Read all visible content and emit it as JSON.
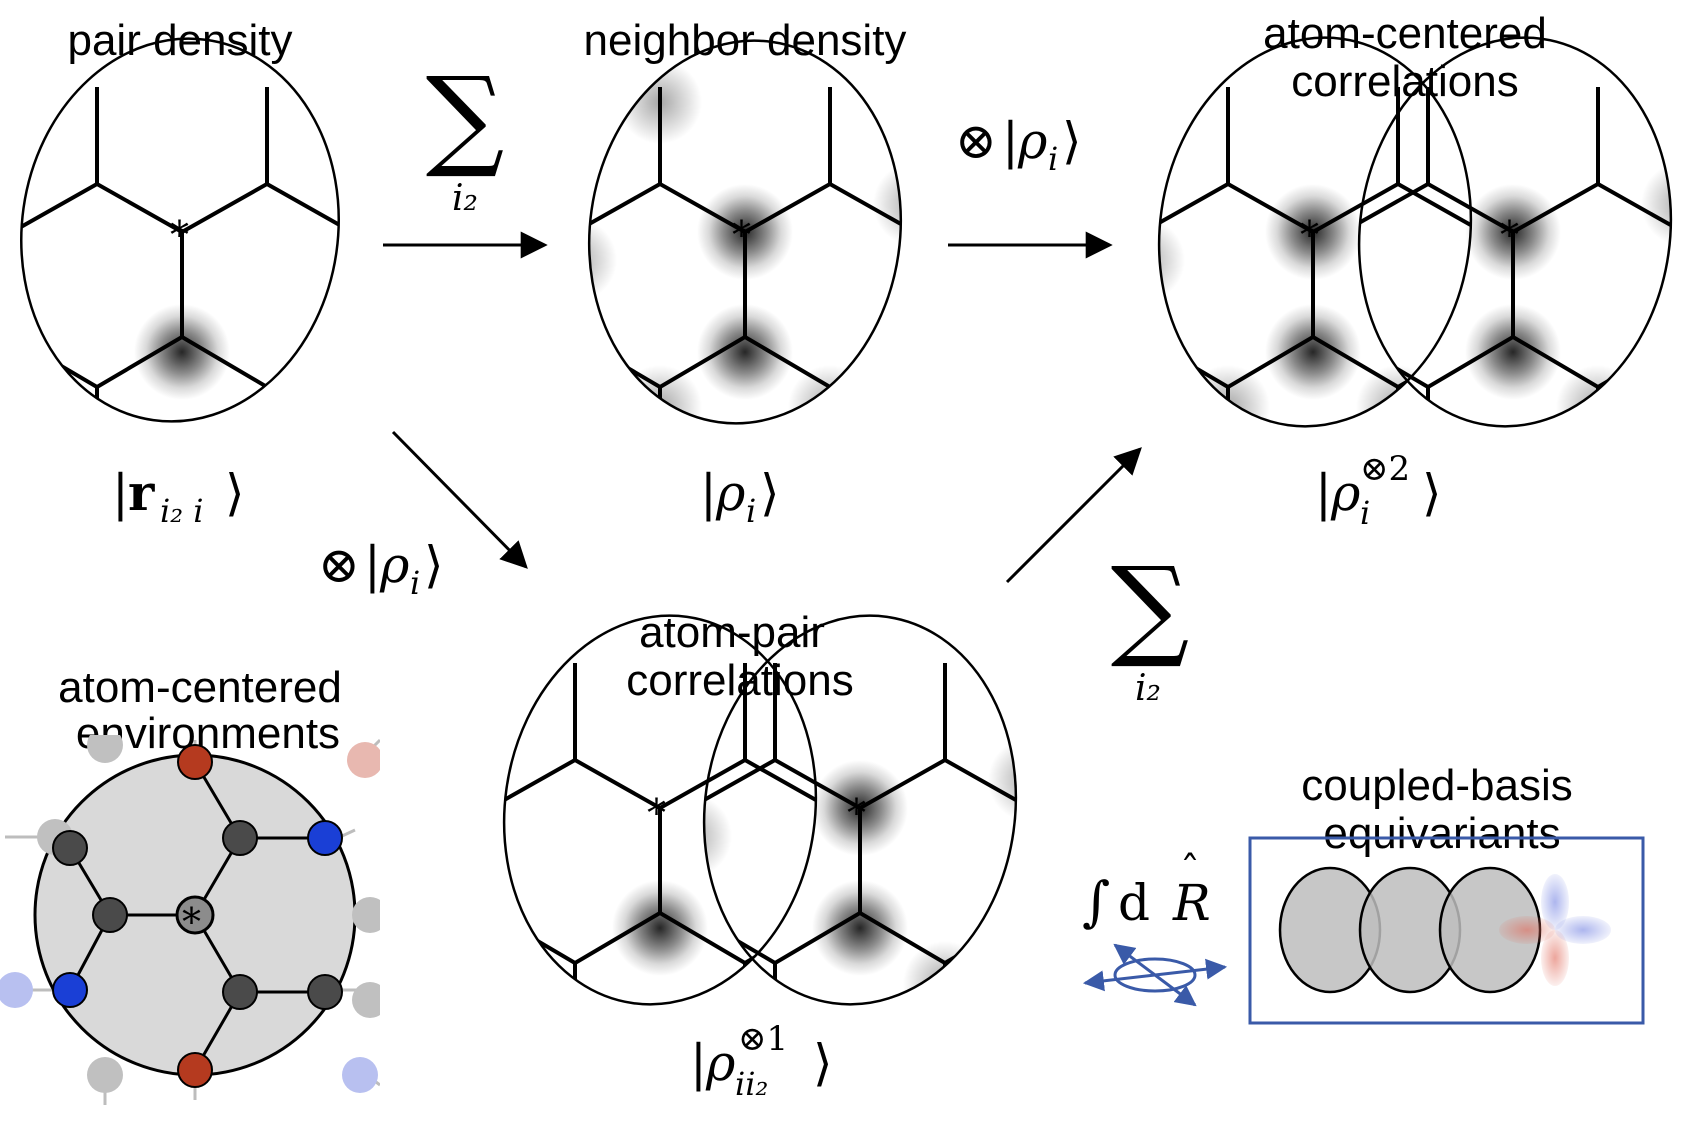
{
  "labels": {
    "pair_density": "pair density",
    "neighbor_density": "neighbor density",
    "atom_centered_correlations": [
      "atom-centered",
      "correlations"
    ],
    "atom_pair_correlations": [
      "atom-pair",
      "correlations"
    ],
    "atom_centered_environments": [
      "atom-centered",
      "environments"
    ],
    "coupled_basis_equivariants": [
      "coupled-basis",
      "equivariants"
    ]
  },
  "math": {
    "ket_pair": {
      "open": "|",
      "bold": "r",
      "sub": "i₂ i",
      "close": "⟩"
    },
    "ket_rho": {
      "open": "|",
      "main": "ρ",
      "sub": "i",
      "close": "⟩"
    },
    "ket_rho_2": {
      "open": "|",
      "main": "ρ",
      "sub": "i",
      "sup": "⊗2",
      "close": "⟩"
    },
    "ket_rho_pair": {
      "open": "|",
      "main": "ρ",
      "sub": "ii₂",
      "sup": "⊗1",
      "close": "⟩"
    },
    "sum": {
      "symbol": "∑",
      "index": "i₂"
    },
    "tensor_rho": {
      "otimes": "⊗",
      "open": "|",
      "main": "ρ",
      "sub": "i",
      "close": "⟩"
    },
    "integral": {
      "int": "∫",
      "d": "d",
      "R": "R",
      "hat": "ˆ"
    },
    "center_marker": "*"
  },
  "colors": {
    "line": "#000000",
    "atom_dark": "#4a4a4a",
    "atom_red": "#b53a1f",
    "atom_blue": "#1a3fd6",
    "atom_faint": "#c0c0c0",
    "env_fill": "#d9d9d9",
    "accent_blue": "#3a5aa8"
  }
}
